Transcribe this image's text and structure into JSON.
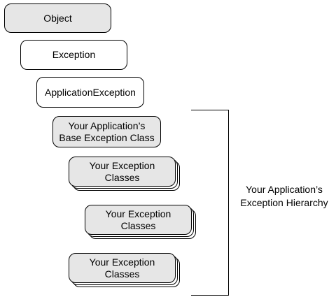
{
  "colors": {
    "box_fill_gray": "#e6e6e6",
    "box_fill_white": "#ffffff",
    "stroke": "#000000"
  },
  "diagram": {
    "object_label": "Object",
    "exception_label": "Exception",
    "application_exception_label": "ApplicationException",
    "base_exception_label": "Your Application’s\nBase Exception Class",
    "your_exception_1_label": "Your Exception\nClasses",
    "your_exception_2_label": "Your Exception\nClasses",
    "your_exception_3_label": "Your Exception\nClasses",
    "hierarchy_label": "Your Application’s\nException Hierarchy"
  }
}
